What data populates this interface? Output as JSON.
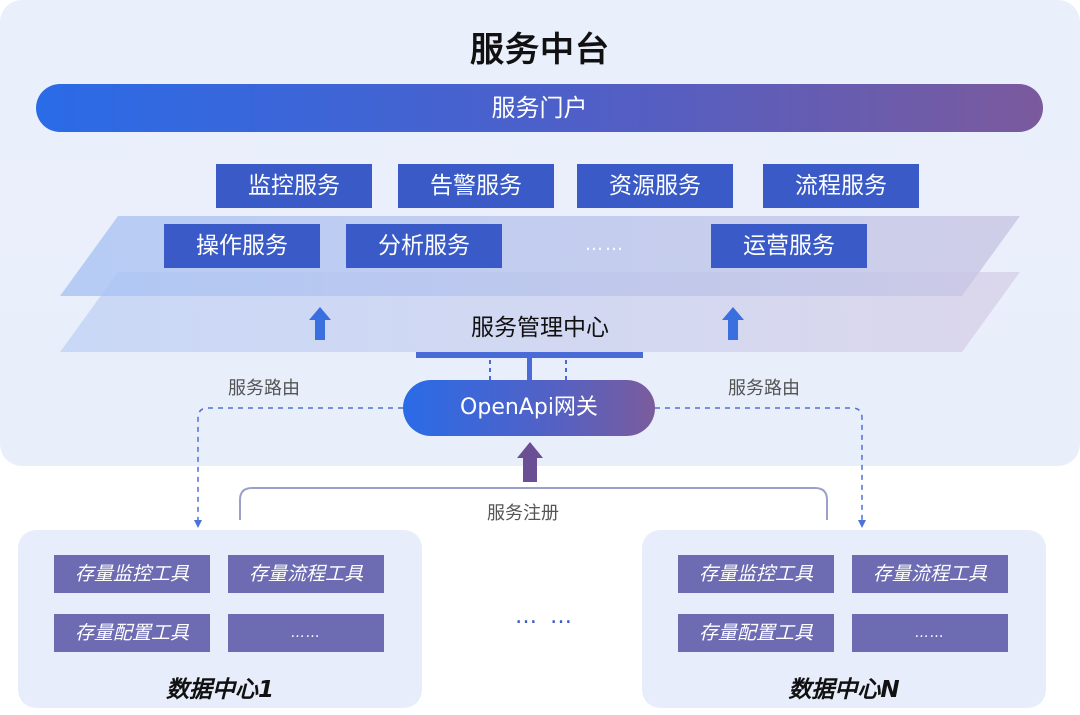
{
  "title": "服务中台",
  "portal": "服务门户",
  "services_row1": [
    "监控服务",
    "告警服务",
    "资源服务",
    "流程服务"
  ],
  "services_row2": [
    "操作服务",
    "分析服务",
    "……",
    "运营服务"
  ],
  "management_center": "服务管理中心",
  "gateway": "OpenApi网关",
  "route_left": "服务路由",
  "route_right": "服务路由",
  "registration": "服务注册",
  "dc_left": {
    "title": "数据中心1",
    "tools": [
      "存量监控工具",
      "存量流程工具",
      "存量配置工具",
      "……"
    ]
  },
  "dc_right": {
    "title": "数据中心N",
    "tools": [
      "存量监控工具",
      "存量流程工具",
      "存量配置工具",
      "……"
    ]
  },
  "middle_dots": "… …",
  "colors": {
    "panel_bg": "#eaf0fb",
    "service_box": "#3a5bc7",
    "tool_box": "#6d6cb3",
    "gradient_start": "#2a6be7",
    "gradient_end": "#7b5a9d",
    "arrow_blue": "#3a6fe0",
    "arrow_purple": "#6b4f95"
  }
}
